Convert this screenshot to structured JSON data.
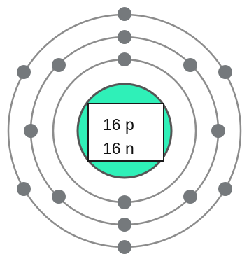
{
  "atom": {
    "nucleus": {
      "protons_label": "16 p",
      "neutrons_label": "16 n",
      "color": "#2ff0b8",
      "outline_color": "#555555"
    },
    "shells": [
      {
        "name": "shell-1",
        "electrons": 2
      },
      {
        "name": "shell-2",
        "electrons": 8
      },
      {
        "name": "shell-3",
        "electrons": 6
      }
    ],
    "orbit_color": "#8c8c8c",
    "electron_color": "#75797c"
  }
}
